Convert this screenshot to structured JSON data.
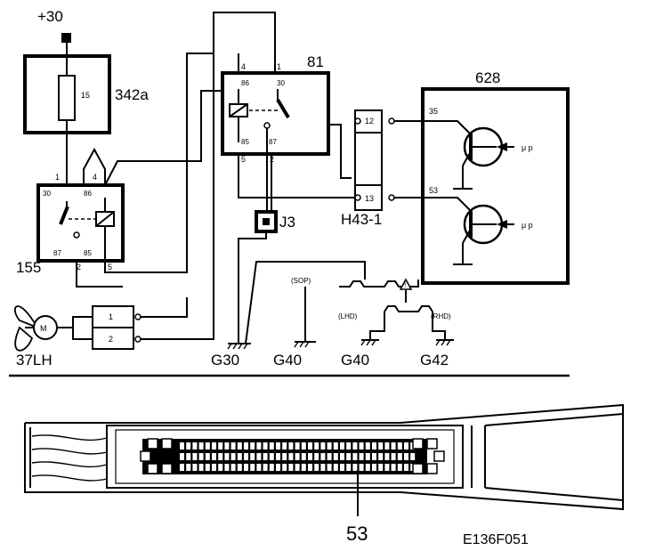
{
  "labels": {
    "plus30": "+30",
    "figure_ref": "E136F051"
  },
  "fuse": {
    "rating": "15"
  },
  "components": {
    "c342a": "342a",
    "c155": "155",
    "c81": "81",
    "j3": "J3",
    "h43_1": "H43-1",
    "c628": "628",
    "c37lh": "37LH"
  },
  "relay155": {
    "pin_1": "1",
    "pin_4": "4",
    "pin_30": "30",
    "pin_86": "86",
    "pin_87": "87",
    "pin_85": "85",
    "pin_2": "2",
    "pin_5": "5"
  },
  "relay81": {
    "pin_4": "4",
    "pin_1": "1",
    "pin_86": "86",
    "pin_30": "30",
    "pin_85": "85",
    "pin_87": "87",
    "pin_5": "5",
    "pin_2": "2"
  },
  "connector_h43": {
    "pin_12": "12",
    "pin_13": "13"
  },
  "ecu628": {
    "pin_35": "35",
    "pin_53": "53",
    "input_label": "μ p"
  },
  "fan": {
    "motor_symbol": "M",
    "pin_1": "1",
    "pin_2": "2"
  },
  "variants": {
    "sop": "(SOP)",
    "lhd": "(LHD)",
    "rhd": "(RHD)"
  },
  "grounds": {
    "g30": "G30",
    "g40_a": "G40",
    "g40_b": "G40",
    "g42": "G42"
  },
  "connector_view": {
    "callout": "53"
  }
}
